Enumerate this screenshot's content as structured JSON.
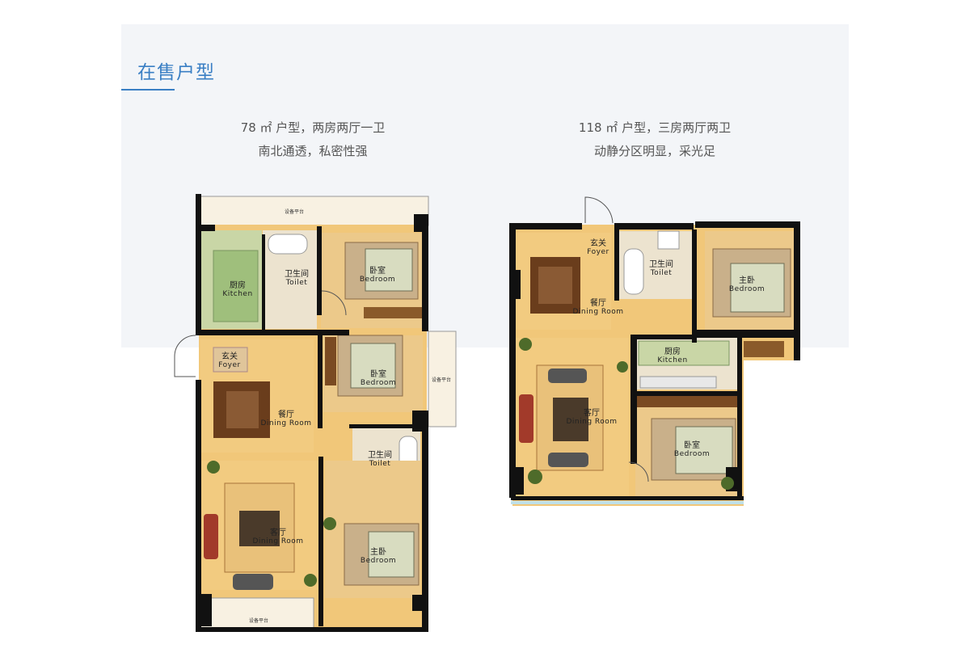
{
  "section": {
    "title": "在售户型"
  },
  "plans": [
    {
      "caption_line1": "78 ㎡ 户型，两房两厅一卫",
      "caption_line2": "南北通透，私密性强",
      "rooms": {
        "kitchen": {
          "cn": "厨房",
          "en": "Kitchen"
        },
        "bath1": {
          "cn": "卫生间",
          "en": "Toilet"
        },
        "bedroom1": {
          "cn": "卧室",
          "en": "Bedroom"
        },
        "foyer": {
          "cn": "玄关",
          "en": "Foyer"
        },
        "bedroom2": {
          "cn": "卧室",
          "en": "Bedroom"
        },
        "dining": {
          "cn": "餐厅",
          "en": "Dining Room"
        },
        "bath2": {
          "cn": "卫生间",
          "en": "Toilet"
        },
        "living": {
          "cn": "客厅",
          "en": "Dining Room"
        },
        "master": {
          "cn": "主卧",
          "en": "Bedroom"
        }
      },
      "platform_label": "设备平台"
    },
    {
      "caption_line1": "118 ㎡ 户型，三房两厅两卫",
      "caption_line2": "动静分区明显，采光足",
      "rooms": {
        "foyer": {
          "cn": "玄关",
          "en": "Foyer"
        },
        "bath": {
          "cn": "卫生间",
          "en": "Toilet"
        },
        "master": {
          "cn": "主卧",
          "en": "Bedroom"
        },
        "dining": {
          "cn": "餐厅",
          "en": "Dining Room"
        },
        "kitchen": {
          "cn": "厨房",
          "en": "Kitchen"
        },
        "living": {
          "cn": "客厅",
          "en": "Dining Room"
        },
        "bedroom": {
          "cn": "卧室",
          "en": "Bedroom"
        }
      }
    }
  ],
  "colors": {
    "accent": "#3a7fc4",
    "floor": "#f1c779",
    "wall": "#111111",
    "tile": "#ece3cf"
  }
}
